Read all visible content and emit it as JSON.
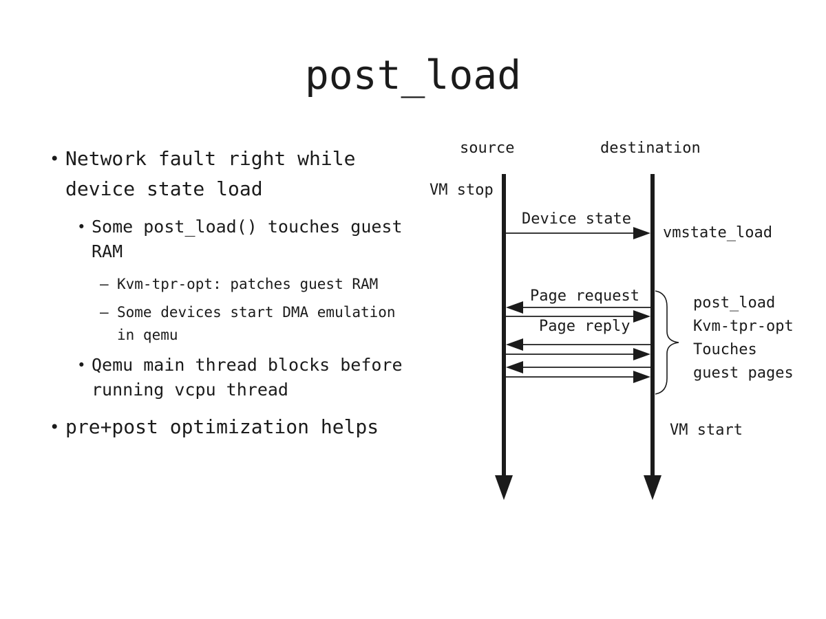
{
  "slide": {
    "title": "post_load"
  },
  "markers": {
    "disc": "•",
    "dash": "–"
  },
  "bullets": {
    "b1": "Network fault right while device state load",
    "b1_1": "Some post_load() touches guest RAM",
    "b1_1_1": "Kvm-tpr-opt: patches guest RAM",
    "b1_1_2": "Some devices start DMA emulation in qemu",
    "b1_2": "Qemu main thread blocks before running vcpu thread",
    "b2": "pre+post optimization helps"
  },
  "diagram": {
    "source_label": "source",
    "destination_label": "destination",
    "vm_stop": "VM stop",
    "device_state": "Device state",
    "vmstate_load": "vmstate_load",
    "page_request": "Page request",
    "page_reply": "Page reply",
    "brace_lines": [
      "post_load",
      "Kvm-tpr-opt",
      "Touches",
      "guest pages"
    ],
    "vm_start": "VM start"
  },
  "colors": {
    "text": "#1b1b1b",
    "background": "#ffffff"
  }
}
